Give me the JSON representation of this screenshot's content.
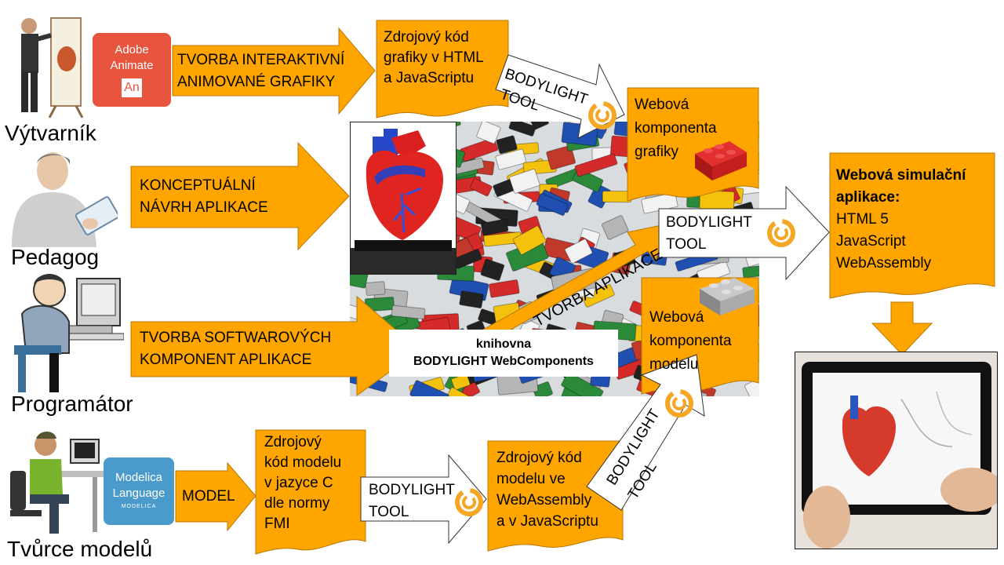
{
  "roles": {
    "artist": "Výtvarník",
    "teacher": "Pedagog",
    "programmer": "Programátor",
    "modeler": "Tvůrce modelů"
  },
  "logos": {
    "animate_line1": "Adobe",
    "animate_line2": "Animate",
    "animate_mark": "An",
    "modelica_line1": "Modelica",
    "modelica_line2": "Language",
    "modelica_mark": "MODELICA"
  },
  "arrows": {
    "graphics_line1": "TVORBA INTERAKTIVNÍ",
    "graphics_line2": "ANIMOVANÉ GRAFIKY",
    "concept_line1": "KONCEPTUÁLNÍ",
    "concept_line2": "NÁVRH APLIKACE",
    "software_line1": "TVORBA SOFTWAROVÝCH",
    "software_line2": "KOMPONENT APLIKACE",
    "model": "MODEL",
    "tool_line1": "BODYLIGHT",
    "tool_line2": "TOOL",
    "app_building": "TVORBA APLIKACE"
  },
  "docs": {
    "graphics_source": [
      "Zdrojový kód",
      "grafiky v HTML",
      "a JavaScriptu"
    ],
    "graphics_component": [
      "Webová",
      "komponenta",
      "grafiky"
    ],
    "web_app_title": [
      "Webová simulační",
      "aplikace:"
    ],
    "web_app_items": [
      "HTML 5",
      "JavaScript",
      "WebAssembly"
    ],
    "model_component": [
      "Webová",
      "komponenta",
      "modelu"
    ],
    "c_source": [
      "Zdrojový",
      "kód modelu",
      "v jazyce C",
      "dle normy",
      "FMI"
    ],
    "wasm_source": [
      "Zdrojový kód",
      "modelu ve",
      "WebAssembly",
      "a v JavaScriptu"
    ]
  },
  "library": {
    "line1": "knihovna",
    "line2": "BODYLIGHT  WebComponents"
  },
  "colors": {
    "orange": "#FFA500",
    "tool_icon": "#F5A623",
    "animate_bg": "#E8553E",
    "modelica_bg": "#4A9BCB"
  }
}
